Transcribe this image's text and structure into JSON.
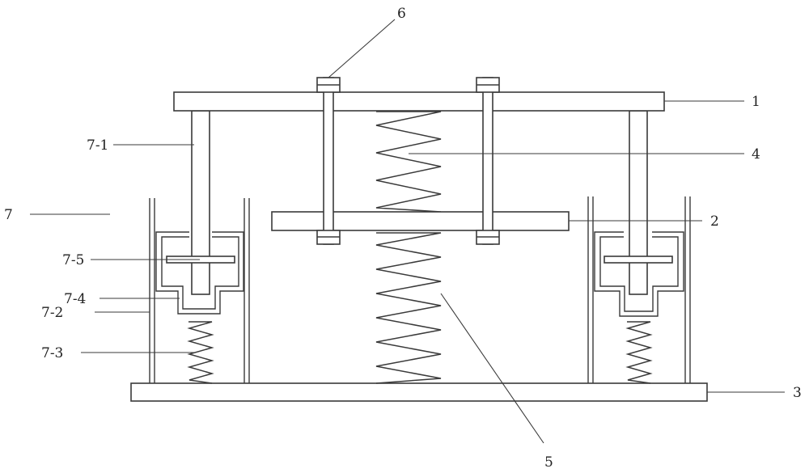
{
  "labels": {
    "top_plate": "1",
    "middle_plate": "2",
    "base_plate": "3",
    "upper_spring": "4",
    "lower_spring": "5",
    "bolt": "6",
    "assembly": "7",
    "rod": "7-1",
    "housing": "7-2",
    "small_spring": "7-3",
    "cup": "7-4",
    "pin": "7-5"
  }
}
